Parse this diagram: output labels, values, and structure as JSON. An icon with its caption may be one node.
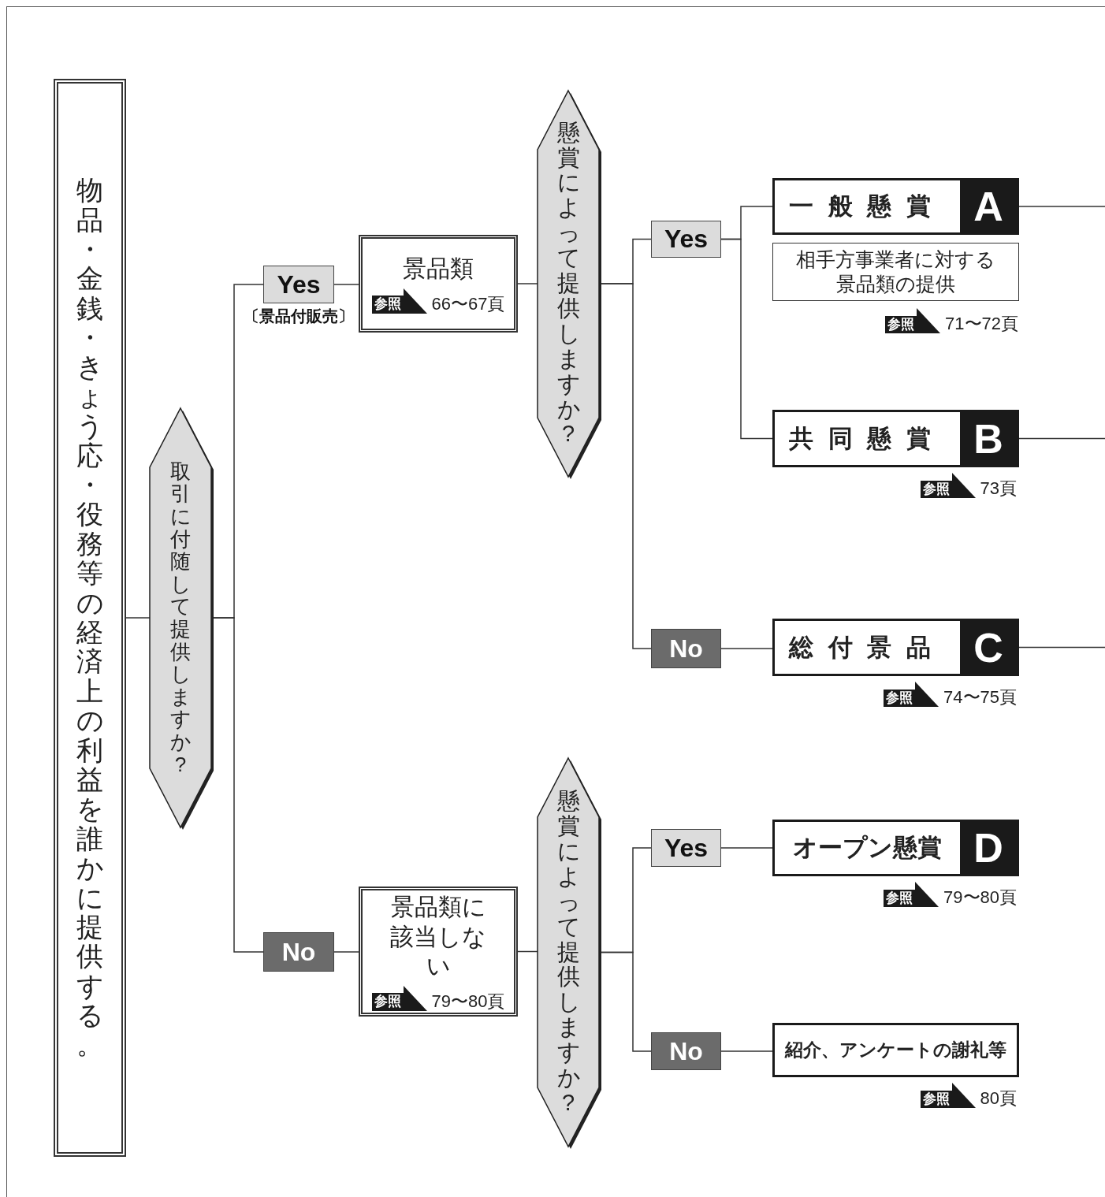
{
  "diagram": {
    "nodes": [
      {
        "text": [
          "物品・金銭・きょう応・役務等の経済上の利益を誰かに提供する。"
        ]
      },
      {
        "text": [
          "取引に付随して提供しますか?"
        ]
      },
      {
        "text": [
          "Yes"
        ],
        "beside": [
          "〔景品付販売〕"
        ]
      },
      {
        "text": [
          "景品類",
          "参照",
          "66〜67頁"
        ]
      },
      {
        "text": [
          "No"
        ]
      },
      {
        "text": [
          "景品類に該当しない",
          "参照",
          "79〜80頁"
        ]
      },
      {
        "text": [
          "懸賞によって提供しますか?"
        ]
      },
      {
        "text": [
          "懸賞によって提供しますか?"
        ]
      },
      {
        "text": [
          "Yes"
        ]
      },
      {
        "text": [
          "No"
        ]
      },
      {
        "text": [
          "Yes"
        ]
      },
      {
        "text": [
          "No"
        ]
      },
      {
        "text": [
          "一般懸賞",
          "A"
        ]
      },
      {
        "text": [
          "相手方事業者に対する景品類の提供"
        ],
        "beside": [
          "参照",
          "71〜72頁"
        ]
      },
      {
        "text": [
          "共同懸賞",
          "B"
        ],
        "beside": [
          "参照",
          "73頁"
        ]
      },
      {
        "text": [
          "総付景品",
          "C"
        ],
        "beside": [
          "参照",
          "74〜75頁"
        ]
      },
      {
        "text": [
          "オープン懸賞",
          "D"
        ],
        "beside": [
          "参照",
          "79〜80頁"
        ]
      },
      {
        "text": [
          "紹介、アンケートの謝礼等"
        ],
        "beside": [
          "参照",
          "80頁"
        ]
      }
    ],
    "edges": [
      {
        "from": 0,
        "to": 1,
        "arrow": "none"
      },
      {
        "from": 1,
        "to": 2,
        "arrow": "none"
      },
      {
        "from": 1,
        "to": 4,
        "arrow": "none"
      },
      {
        "from": 2,
        "to": 3,
        "arrow": "none"
      },
      {
        "from": 3,
        "to": 6,
        "arrow": "none"
      },
      {
        "from": 6,
        "to": 8,
        "arrow": "none"
      },
      {
        "from": 6,
        "to": 9,
        "arrow": "none"
      },
      {
        "from": 8,
        "to": 12,
        "arrow": "none"
      },
      {
        "from": 8,
        "to": 14,
        "arrow": "none"
      },
      {
        "from": 9,
        "to": 15,
        "arrow": "none"
      },
      {
        "from": 12,
        "to": null,
        "arrow": "none"
      },
      {
        "from": 14,
        "to": null,
        "arrow": "none"
      },
      {
        "from": 15,
        "to": null,
        "arrow": "none"
      },
      {
        "from": 4,
        "to": 5,
        "arrow": "none"
      },
      {
        "from": 5,
        "to": 7,
        "arrow": "none"
      },
      {
        "from": 7,
        "to": 10,
        "arrow": "none"
      },
      {
        "from": 7,
        "to": 11,
        "arrow": "none"
      },
      {
        "from": 10,
        "to": 16,
        "arrow": "none"
      },
      {
        "from": 11,
        "to": 17,
        "arrow": "none"
      }
    ]
  }
}
